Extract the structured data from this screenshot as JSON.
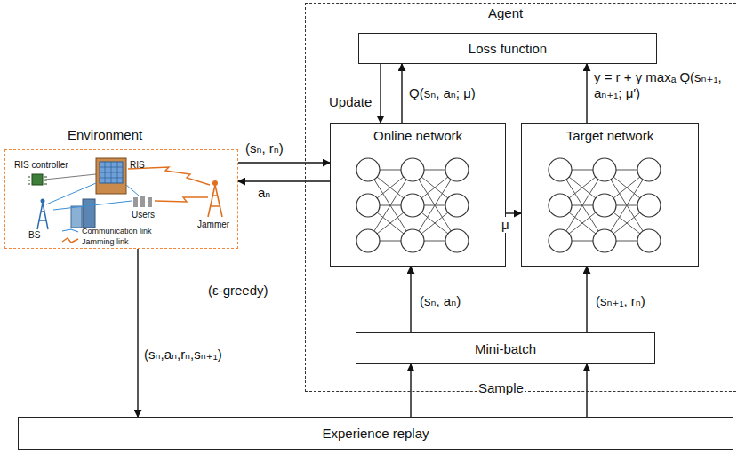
{
  "diagram": {
    "nodes": [
      {
        "text": [
          "Agent"
        ]
      },
      {
        "text": [
          "Loss function"
        ],
        "in": 0
      },
      {
        "text": [
          "Online network"
        ],
        "in": 0
      },
      {
        "text": [
          "Target network"
        ],
        "in": 0
      },
      {
        "text": [
          "Environment"
        ]
      },
      {
        "text": [
          "Mini-batch"
        ]
      },
      {
        "text": [
          "Experience replay"
        ]
      }
    ],
    "edges": [
      {
        "from": 1,
        "to": 2,
        "arrow": "to",
        "label": "Update"
      },
      {
        "from": 2,
        "to": 1,
        "arrow": "to",
        "label": "Q(sₙ, aₙ; μ)"
      },
      {
        "from": 3,
        "to": 1,
        "arrow": "to",
        "label": "y = r + γ maxₐ Q(sₙ₊₁, aₙ₊₁; μ′)"
      },
      {
        "from": 2,
        "to": 3,
        "arrow": "to",
        "label": "μ"
      },
      {
        "from": 4,
        "to": 2,
        "arrow": "to",
        "label": "(sₙ, rₙ)"
      },
      {
        "from": 2,
        "to": 4,
        "arrow": "to",
        "label": "aₙ"
      },
      {
        "from": 4,
        "to": 6,
        "arrow": "to",
        "label": "(sₙ,aₙ,rₙ,sₙ₊₁)"
      },
      {
        "from": 5,
        "to": 2,
        "arrow": "to",
        "label": "(sₙ, aₙ)"
      },
      {
        "from": 5,
        "to": 3,
        "arrow": "to",
        "label": "(sₙ₊₁, rₙ)"
      },
      {
        "from": 6,
        "to": 5,
        "arrow": "to",
        "label": "Sample"
      },
      {
        "from": 6,
        "to": 5,
        "arrow": "to"
      }
    ],
    "labels": [
      "(ε-greedy)",
      "RIS controller",
      "RIS",
      "BS",
      "Users",
      "Jammer"
    ],
    "legend": [
      {
        "text": "Communication link"
      },
      {
        "text": "Jamming link"
      }
    ]
  }
}
